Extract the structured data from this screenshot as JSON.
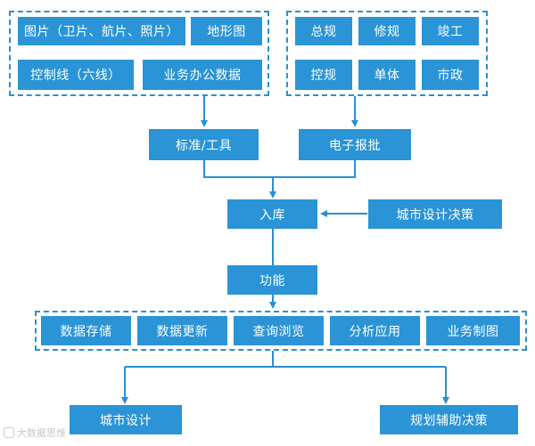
{
  "sources_left": {
    "items": [
      {
        "label": "图片（卫片、航片、照片）"
      },
      {
        "label": "地形图"
      },
      {
        "label": "控制线（六线）"
      },
      {
        "label": "业务办公数据"
      }
    ]
  },
  "sources_right": {
    "items": [
      {
        "label": "总规"
      },
      {
        "label": "修规"
      },
      {
        "label": "竣工"
      },
      {
        "label": "控规"
      },
      {
        "label": "单体"
      },
      {
        "label": "市政"
      }
    ]
  },
  "standard_tools": {
    "label": "标准/工具"
  },
  "e_approval": {
    "label": "电子报批"
  },
  "warehousing": {
    "label": "入库"
  },
  "city_decision": {
    "label": "城市设计决策"
  },
  "functions": {
    "label": "功能"
  },
  "function_items": [
    {
      "label": "数据存储"
    },
    {
      "label": "数据更新"
    },
    {
      "label": "查询浏览"
    },
    {
      "label": "分析应用"
    },
    {
      "label": "业务制图"
    }
  ],
  "outputs": {
    "urban_design": {
      "label": "城市设计"
    },
    "planning_support": {
      "label": "规划辅助决策"
    }
  },
  "watermark": {
    "label": "大数据思维"
  },
  "colors": {
    "box": "#2a94d6",
    "dash": "#2b8fd0",
    "line": "#2a8fd0"
  }
}
